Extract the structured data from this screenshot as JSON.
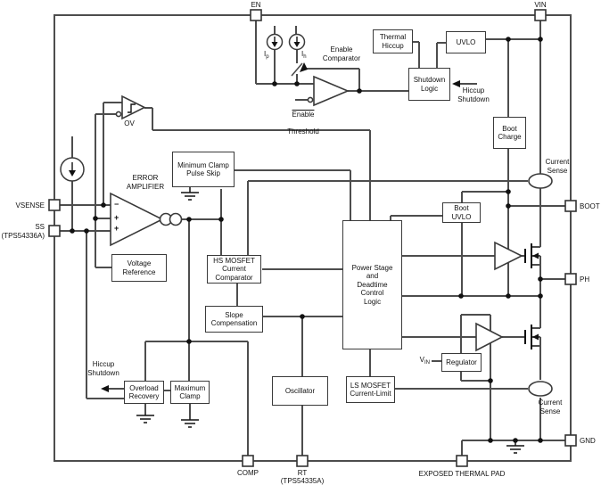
{
  "colors": {
    "wire": "#4d4d4d",
    "outline": "#3a3a3a",
    "text": "#111111",
    "background": "#ffffff"
  },
  "pins": {
    "en": "EN",
    "vin": "VIN",
    "boot": "BOOT",
    "ph": "PH",
    "gnd": "GND",
    "vsense": "VSENSE",
    "ss": "SS",
    "ss_note": "(TPS54336A)",
    "comp": "COMP",
    "rt": "RT",
    "rt_note": "(TPS54335A)",
    "thermal_pad": "EXPOSED THERMAL PAD"
  },
  "blocks": {
    "thermal_hiccup": "Thermal\nHiccup",
    "uvlo": "UVLO",
    "shutdown_logic": "Shutdown\nLogic",
    "boot_charge": "Boot\nCharge",
    "boot_uvlo": "Boot\nUVLO",
    "min_clamp": "Minimum Clamp\nPulse Skip",
    "voltage_reference": "Voltage\nReference",
    "hs_comparator": "HS MOSFET\nCurrent\nComparator",
    "slope_comp": "Slope\nCompensation",
    "power_stage": "Power Stage\nand\nDeadtime\nControl\nLogic",
    "overload_recovery": "Overload\nRecovery",
    "maximum_clamp": "Maximum\nClamp",
    "oscillator": "Oscillator",
    "regulator": "Regulator",
    "ls_current_limit": "LS MOSFET\nCurrent-Limit"
  },
  "labels": {
    "error_amplifier": "ERROR\nAMPLIFIER",
    "ov": "OV",
    "enable_comparator": "Enable\nComparator",
    "enable_threshold_l1": "Enable",
    "enable_threshold_l2": "Threshold",
    "hiccup_shutdown_right": "Hiccup\nShutdown",
    "hiccup_shutdown_left": "Hiccup\nShutdown",
    "current_sense_hs": "Current\nSense",
    "current_sense_ls": "Current\nSense",
    "ip_base": "I",
    "ip_sub": "p",
    "ih_base": "I",
    "ih_sub": "h",
    "vreg_base": "V",
    "vreg_sub": "IN",
    "amp_minus": "−",
    "amp_plus": "+"
  }
}
